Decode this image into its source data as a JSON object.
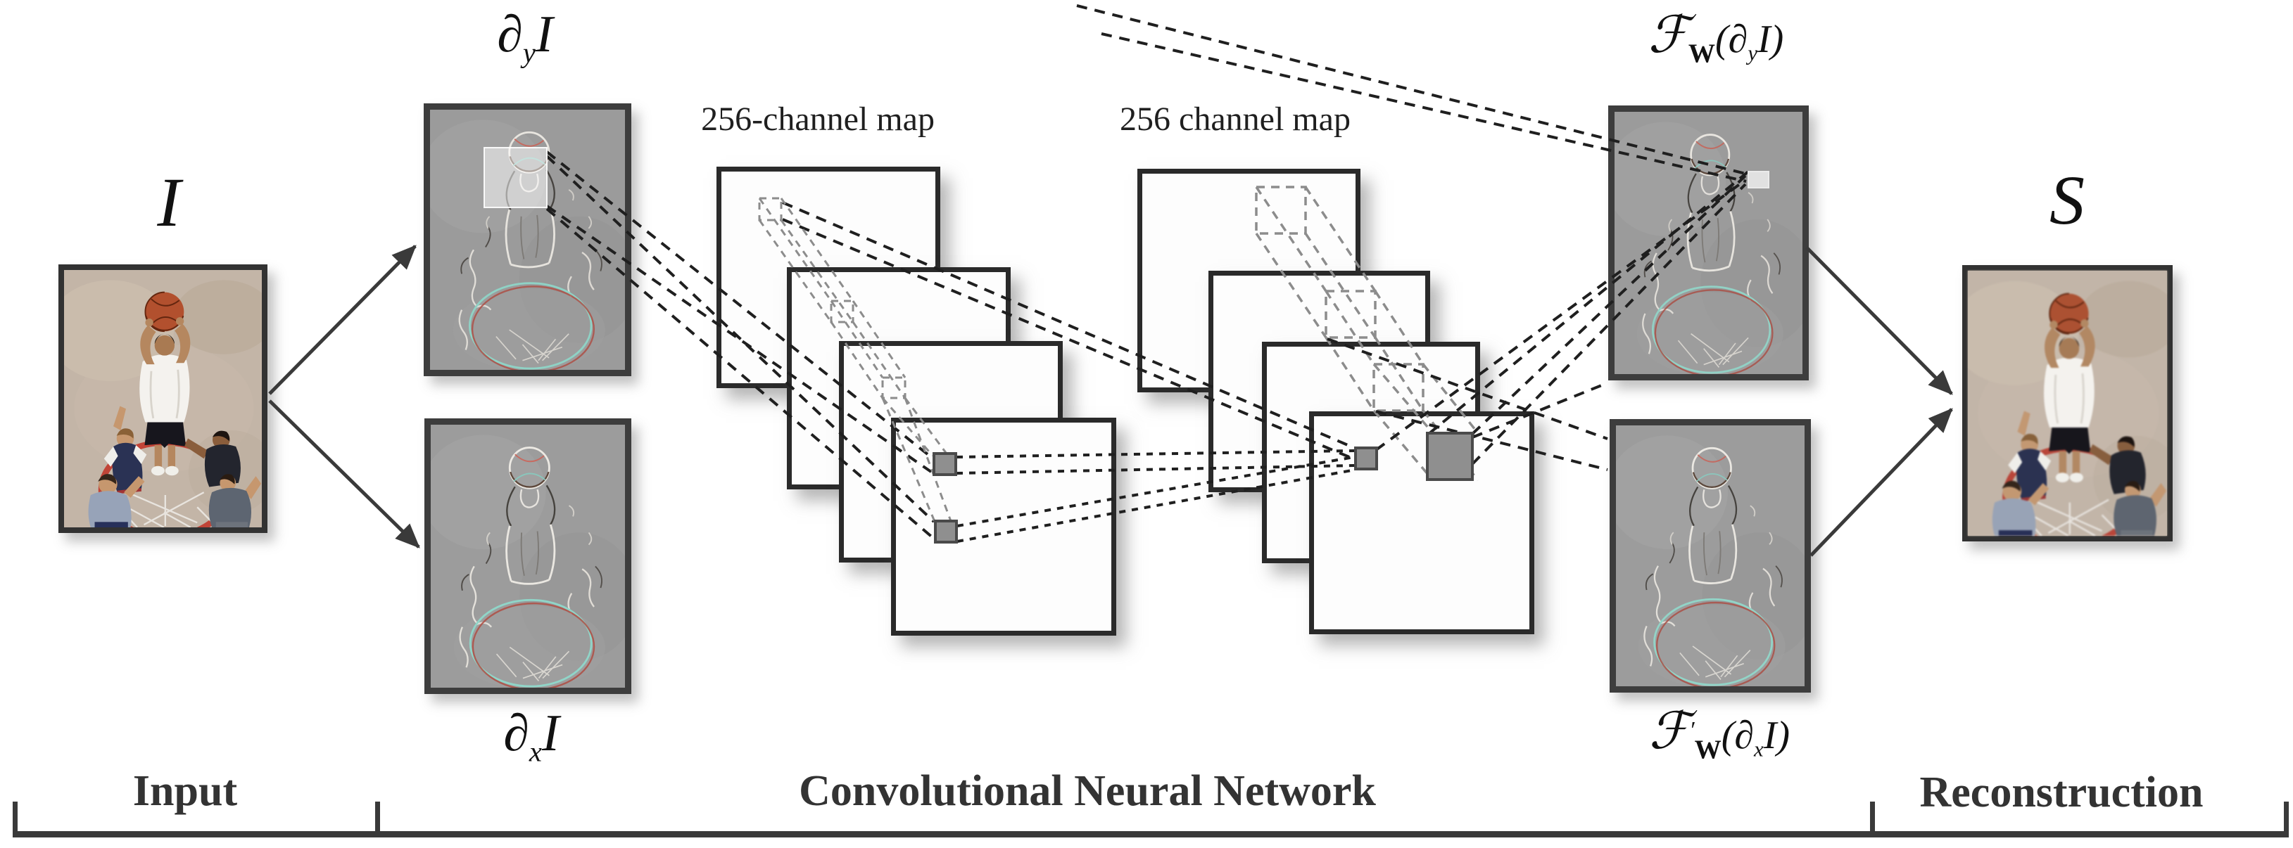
{
  "figure": {
    "labels": {
      "input_symbol": "I",
      "output_symbol": "S",
      "dy": {
        "partial": "∂",
        "sub": "y",
        "arg": "I"
      },
      "dx": {
        "partial": "∂",
        "sub": "x",
        "arg": "I"
      },
      "fy": {
        "func": "ℱ",
        "prime": "",
        "sub": "W",
        "open": "(∂",
        "argsub": "y",
        "close": "I)"
      },
      "fx": {
        "func": "ℱ",
        "prime": "′",
        "sub": "W",
        "open": "(∂",
        "argsub": "x",
        "close": "I)"
      },
      "stack1": "256-channel map",
      "stack2": "256 channel map"
    },
    "sections": {
      "input": "Input",
      "cnn": "Convolutional Neural Network",
      "reconstruction": "Reconstruction"
    },
    "palette": {
      "basketball_orange": "#b2502e",
      "hoop_red": "#c14437",
      "hoop_cyan": "#8fd2c5",
      "gradient_map_gray": "#9b9b9b",
      "feature_square_gray": "#8f8f8f",
      "line_dark": "#1f1f1f"
    }
  }
}
